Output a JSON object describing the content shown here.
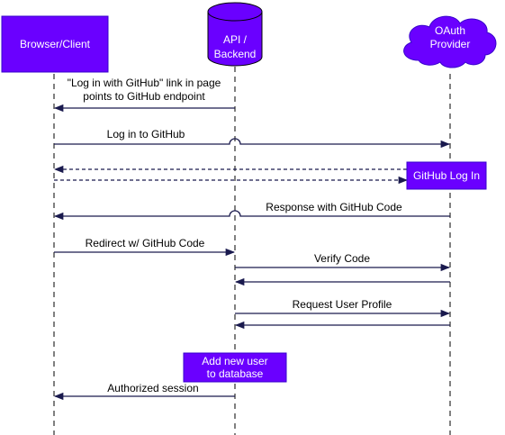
{
  "colors": {
    "participant_fill": "#6a00ff",
    "participant_stroke": "#3700cc",
    "line": "#1a1a4e",
    "text_on_fill": "#ffffff"
  },
  "participants": {
    "client": "Browser/Client",
    "api": [
      "API /",
      "Backend"
    ],
    "oauth": [
      "OAuth",
      "Provider"
    ]
  },
  "notes": {
    "github_login": "GitHub Log In",
    "add_user": [
      "Add new user",
      "to database"
    ]
  },
  "messages": [
    {
      "from": "api",
      "to": "client",
      "style": "solid",
      "label": [
        "\"Log in with GitHub\" link in page",
        "points to GitHub endpoint"
      ]
    },
    {
      "from": "client",
      "to": "oauth",
      "style": "solid",
      "label": [
        "Log in to GitHub"
      ]
    },
    {
      "from": "oauth",
      "to": "client",
      "style": "dashed",
      "label": []
    },
    {
      "from": "client",
      "to": "oauth",
      "style": "dashed",
      "label": []
    },
    {
      "from": "oauth",
      "to": "client",
      "style": "solid",
      "label": [
        "Response with GitHub Code"
      ]
    },
    {
      "from": "client",
      "to": "api",
      "style": "solid",
      "label": [
        "Redirect w/ GitHub Code"
      ]
    },
    {
      "from": "api",
      "to": "oauth",
      "style": "solid",
      "label": [
        "Verify Code"
      ]
    },
    {
      "from": "oauth",
      "to": "api",
      "style": "solid",
      "label": []
    },
    {
      "from": "api",
      "to": "oauth",
      "style": "solid",
      "label": [
        "Request User Profile"
      ]
    },
    {
      "from": "oauth",
      "to": "api",
      "style": "solid",
      "label": []
    },
    {
      "from": "api",
      "to": "client",
      "style": "solid",
      "label": [
        "Authorized session"
      ]
    }
  ]
}
